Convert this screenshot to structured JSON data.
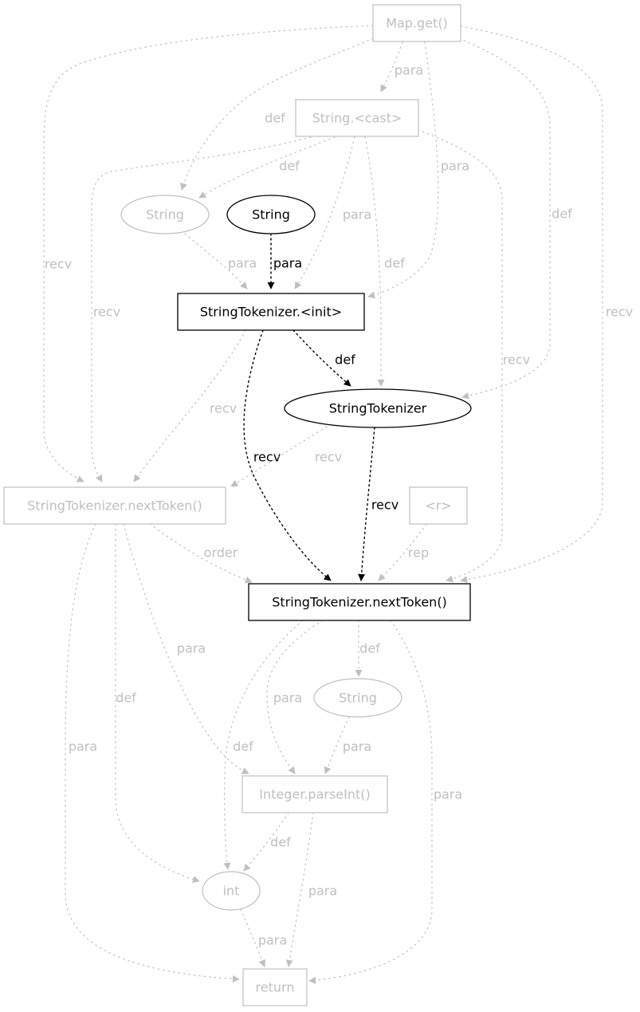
{
  "colors": {
    "active": "#000000",
    "faded": "#c0c0c0",
    "background": "#ffffff"
  },
  "nodes": [
    {
      "id": "map_get",
      "label": "Map.get()",
      "shape": "box",
      "style": "faded"
    },
    {
      "id": "string_cast",
      "label": "String.<cast>",
      "shape": "box",
      "style": "faded"
    },
    {
      "id": "string_left",
      "label": "String",
      "shape": "ellipse",
      "style": "faded"
    },
    {
      "id": "string_mid",
      "label": "String",
      "shape": "ellipse",
      "style": "active"
    },
    {
      "id": "st_init",
      "label": "StringTokenizer.<init>",
      "shape": "box",
      "style": "active"
    },
    {
      "id": "st_obj",
      "label": "StringTokenizer",
      "shape": "ellipse",
      "style": "active"
    },
    {
      "id": "st_next_left",
      "label": "StringTokenizer.nextToken()",
      "shape": "box",
      "style": "faded"
    },
    {
      "id": "r_node",
      "label": "<r>",
      "shape": "box",
      "style": "faded"
    },
    {
      "id": "st_next_main",
      "label": "StringTokenizer.nextToken()",
      "shape": "box",
      "style": "active"
    },
    {
      "id": "string_low",
      "label": "String",
      "shape": "ellipse",
      "style": "faded"
    },
    {
      "id": "parse_int",
      "label": "Integer.parseInt()",
      "shape": "box",
      "style": "faded"
    },
    {
      "id": "int_node",
      "label": "int",
      "shape": "ellipse",
      "style": "faded"
    },
    {
      "id": "return_node",
      "label": "return",
      "shape": "box",
      "style": "faded"
    }
  ],
  "edges": [
    {
      "id": "e1",
      "from": "map_get",
      "to": "string_cast",
      "label": "para",
      "style": "faded"
    },
    {
      "id": "e2",
      "from": "map_get",
      "to": "string_left",
      "label": "def",
      "style": "faded"
    },
    {
      "id": "e3",
      "from": "map_get",
      "to": "st_init",
      "label": "para",
      "style": "faded"
    },
    {
      "id": "e4",
      "from": "map_get",
      "to": "st_obj",
      "label": "def",
      "style": "faded"
    },
    {
      "id": "e5",
      "from": "map_get",
      "to": "st_next_left",
      "label": "recv",
      "style": "faded"
    },
    {
      "id": "e6",
      "from": "map_get",
      "to": "st_next_main",
      "label": "recv",
      "style": "faded"
    },
    {
      "id": "e7",
      "from": "string_cast",
      "to": "string_left",
      "label": "def",
      "style": "faded"
    },
    {
      "id": "e8",
      "from": "string_cast",
      "to": "st_init",
      "label": "para",
      "style": "faded"
    },
    {
      "id": "e9",
      "from": "string_cast",
      "to": "st_obj",
      "label": "def",
      "style": "faded"
    },
    {
      "id": "e10",
      "from": "string_cast",
      "to": "st_next_left",
      "label": "recv",
      "style": "faded"
    },
    {
      "id": "e11",
      "from": "string_cast",
      "to": "st_next_main",
      "label": "recv",
      "style": "faded"
    },
    {
      "id": "e12",
      "from": "string_left",
      "to": "st_init",
      "label": "para",
      "style": "faded"
    },
    {
      "id": "e13",
      "from": "string_mid",
      "to": "st_init",
      "label": "para",
      "style": "active"
    },
    {
      "id": "e14",
      "from": "st_init",
      "to": "st_obj",
      "label": "def",
      "style": "active"
    },
    {
      "id": "e15",
      "from": "st_init",
      "to": "st_next_left",
      "label": "recv",
      "style": "faded"
    },
    {
      "id": "e16",
      "from": "st_init",
      "to": "st_next_main",
      "label": "recv",
      "style": "active"
    },
    {
      "id": "e17",
      "from": "st_obj",
      "to": "st_next_left",
      "label": "recv",
      "style": "faded"
    },
    {
      "id": "e18",
      "from": "st_obj",
      "to": "st_next_main",
      "label": "recv",
      "style": "active"
    },
    {
      "id": "e19",
      "from": "st_next_left",
      "to": "st_next_main",
      "label": "order",
      "style": "faded"
    },
    {
      "id": "e20",
      "from": "r_node",
      "to": "st_next_main",
      "label": "rep",
      "style": "faded"
    },
    {
      "id": "e21",
      "from": "st_next_left",
      "to": "parse_int",
      "label": "para",
      "style": "faded"
    },
    {
      "id": "e22",
      "from": "st_next_left",
      "to": "int_node",
      "label": "def",
      "style": "faded"
    },
    {
      "id": "e23",
      "from": "st_next_left",
      "to": "return_node",
      "label": "para",
      "style": "faded"
    },
    {
      "id": "e24",
      "from": "st_next_main",
      "to": "string_low",
      "label": "def",
      "style": "faded"
    },
    {
      "id": "e25",
      "from": "st_next_main",
      "to": "parse_int",
      "label": "para",
      "style": "faded"
    },
    {
      "id": "e26",
      "from": "st_next_main",
      "to": "int_node",
      "label": "def",
      "style": "faded"
    },
    {
      "id": "e27",
      "from": "st_next_main",
      "to": "return_node",
      "label": "para",
      "style": "faded"
    },
    {
      "id": "e28",
      "from": "string_low",
      "to": "parse_int",
      "label": "para",
      "style": "faded"
    },
    {
      "id": "e29",
      "from": "parse_int",
      "to": "int_node",
      "label": "def",
      "style": "faded"
    },
    {
      "id": "e30",
      "from": "parse_int",
      "to": "return_node",
      "label": "para",
      "style": "faded"
    },
    {
      "id": "e31",
      "from": "int_node",
      "to": "return_node",
      "label": "para",
      "style": "faded"
    }
  ]
}
